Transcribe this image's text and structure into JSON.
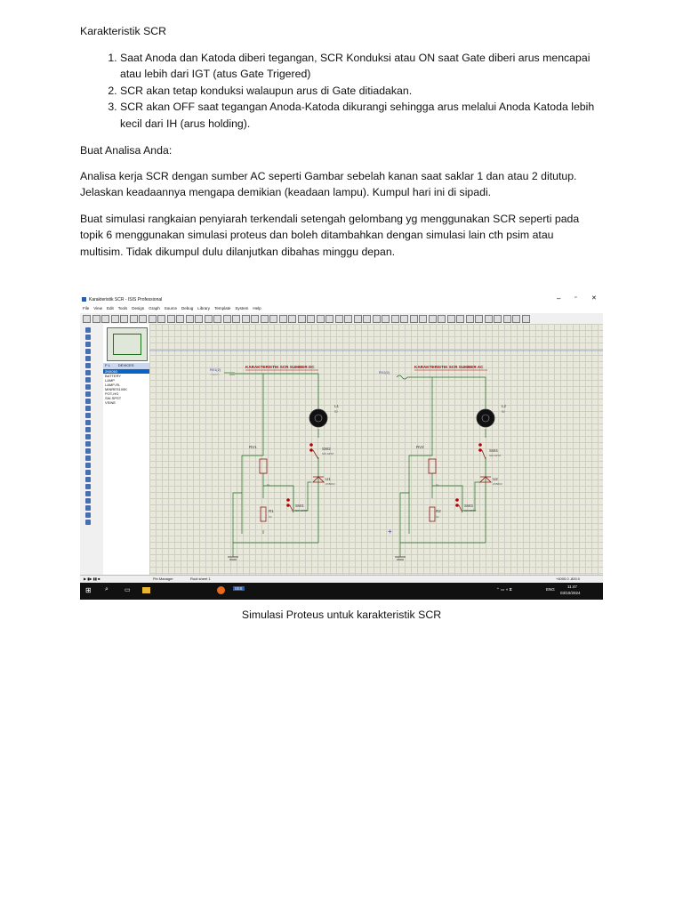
{
  "heading": "Karakteristik SCR",
  "list_items": [
    "Saat Anoda dan Katoda diberi tegangan, SCR Konduksi atau ON saat Gate diberi arus mencapai atau lebih dari IGT (atus Gate Trigered)",
    "SCR akan tetap konduksi walaupun arus di Gate ditiadakan.",
    "SCR akan OFF saat tegangan Anoda-Katoda dikurangi sehingga arus melalui Anoda Katoda lebih kecil dari IH (arus holding)."
  ],
  "paragraphs": [
    "Buat Analisa Anda:",
    "Analisa kerja SCR dengan sumber AC seperti Gambar sebelah kanan saat saklar 1 dan atau 2 ditutup. Jelaskan keadaannya mengapa demikian (keadaan lampu). Kumpul hari ini di sipadi.",
    "Buat simulasi rangkaian penyiarah terkendali setengah gelombang yg menggunakan SCR seperti pada topik 6 menggunakan simulasi proteus dan boleh ditambahkan dengan simulasi lain cth psim atau multisim. Tidak dikumpul dulu dilanjutkan dibahas minggu depan."
  ],
  "screenshot": {
    "window_title": "Karakteristik SCR - ISIS Professional",
    "menu": [
      "File",
      "View",
      "Edit",
      "Tools",
      "Design",
      "Graph",
      "Source",
      "Debug",
      "Library",
      "Template",
      "System",
      "Help"
    ],
    "devices_header": "DEVICES",
    "pl_tab": "P L",
    "devices": [
      "2N5063",
      "BATTERY",
      "LAMP",
      "LAMP-RL",
      "MINRES100K",
      "POT-HG",
      "SW-SPST",
      "VSINE"
    ],
    "left_circuit_title": "KARAKTERISTIK SCR SUMBER DC",
    "right_circuit_title": "KARAKTERISTIK SCR SUMBER AC",
    "labels": {
      "src_left": "RV1(2)",
      "src_right": "RV2(2)",
      "l1": "L1",
      "l1_val": "9V",
      "l2": "L2",
      "l2_val": "9V",
      "rv1": "RV1",
      "rv2": "RV2",
      "sw1": "SW1",
      "sw2": "SW2",
      "sw3": "SW3",
      "sw4": "SW4",
      "u1": "U1",
      "u2": "U2",
      "scr_part": "2N5063",
      "sw_part": "SW-SPST",
      "r1": "R1",
      "r2": "R2",
      "r_val": "10",
      "pot_val": "1k",
      "text_tag": "<TEXT>"
    },
    "status_left": "Pin Manager",
    "status_sheet": "Root sheet 1",
    "status_coords": "+4000.0    -800.0",
    "taskbar": {
      "lang": "ENG",
      "time": "11:47",
      "date": "03/10/2024",
      "app": "ISIS"
    }
  },
  "caption": "Simulasi Proteus untuk karakteristik SCR",
  "colors": {
    "wire": "#1f6e1f",
    "component": "#8b1a1a",
    "title_red": "#b00000",
    "grid": "#e8e8dc"
  }
}
